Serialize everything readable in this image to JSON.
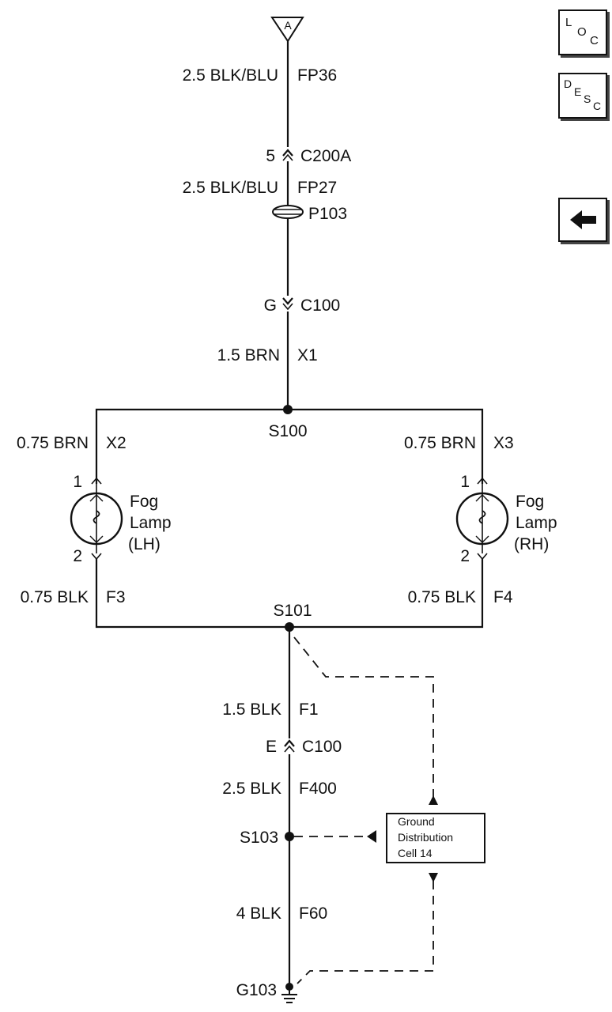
{
  "connector_a": "A",
  "wires": {
    "fp36": {
      "gauge": "2.5 BLK/BLU",
      "circuit": "FP36"
    },
    "fp27": {
      "gauge": "2.5 BLK/BLU",
      "circuit": "FP27"
    },
    "x1": {
      "gauge": "1.5 BRN",
      "circuit": "X1"
    },
    "x2": {
      "gauge": "0.75 BRN",
      "circuit": "X2"
    },
    "x3": {
      "gauge": "0.75 BRN",
      "circuit": "X3"
    },
    "f3": {
      "gauge": "0.75 BLK",
      "circuit": "F3"
    },
    "f4": {
      "gauge": "0.75 BLK",
      "circuit": "F4"
    },
    "f1": {
      "gauge": "1.5 BLK",
      "circuit": "F1"
    },
    "f400": {
      "gauge": "2.5 BLK",
      "circuit": "F400"
    },
    "f60": {
      "gauge": "4 BLK",
      "circuit": "F60"
    }
  },
  "connectors": {
    "c200a": {
      "pin": "5",
      "name": "C200A"
    },
    "c100_top": {
      "pin": "G",
      "name": "C100"
    },
    "c100_bottom": {
      "pin": "E",
      "name": "C100"
    }
  },
  "pass_through": "P103",
  "splices": {
    "s100": "S100",
    "s101": "S101",
    "s103": "S103"
  },
  "ground": "G103",
  "lamps": {
    "lh": {
      "line1": "Fog",
      "line2": "Lamp",
      "line3": "(LH)",
      "pin_top": "1",
      "pin_bottom": "2"
    },
    "rh": {
      "line1": "Fog",
      "line2": "Lamp",
      "line3": "(RH)",
      "pin_top": "1",
      "pin_bottom": "2"
    }
  },
  "ground_box": {
    "line1": "Ground",
    "line2": "Distribution",
    "line3": "Cell 14"
  },
  "nav": {
    "loc": {
      "big": "L",
      "sub1": "O",
      "sub2": "C"
    },
    "desc": {
      "big": "D",
      "sub1": "E",
      "sub2": "S",
      "sub3": "C"
    },
    "back_icon": "left-arrow-icon"
  }
}
